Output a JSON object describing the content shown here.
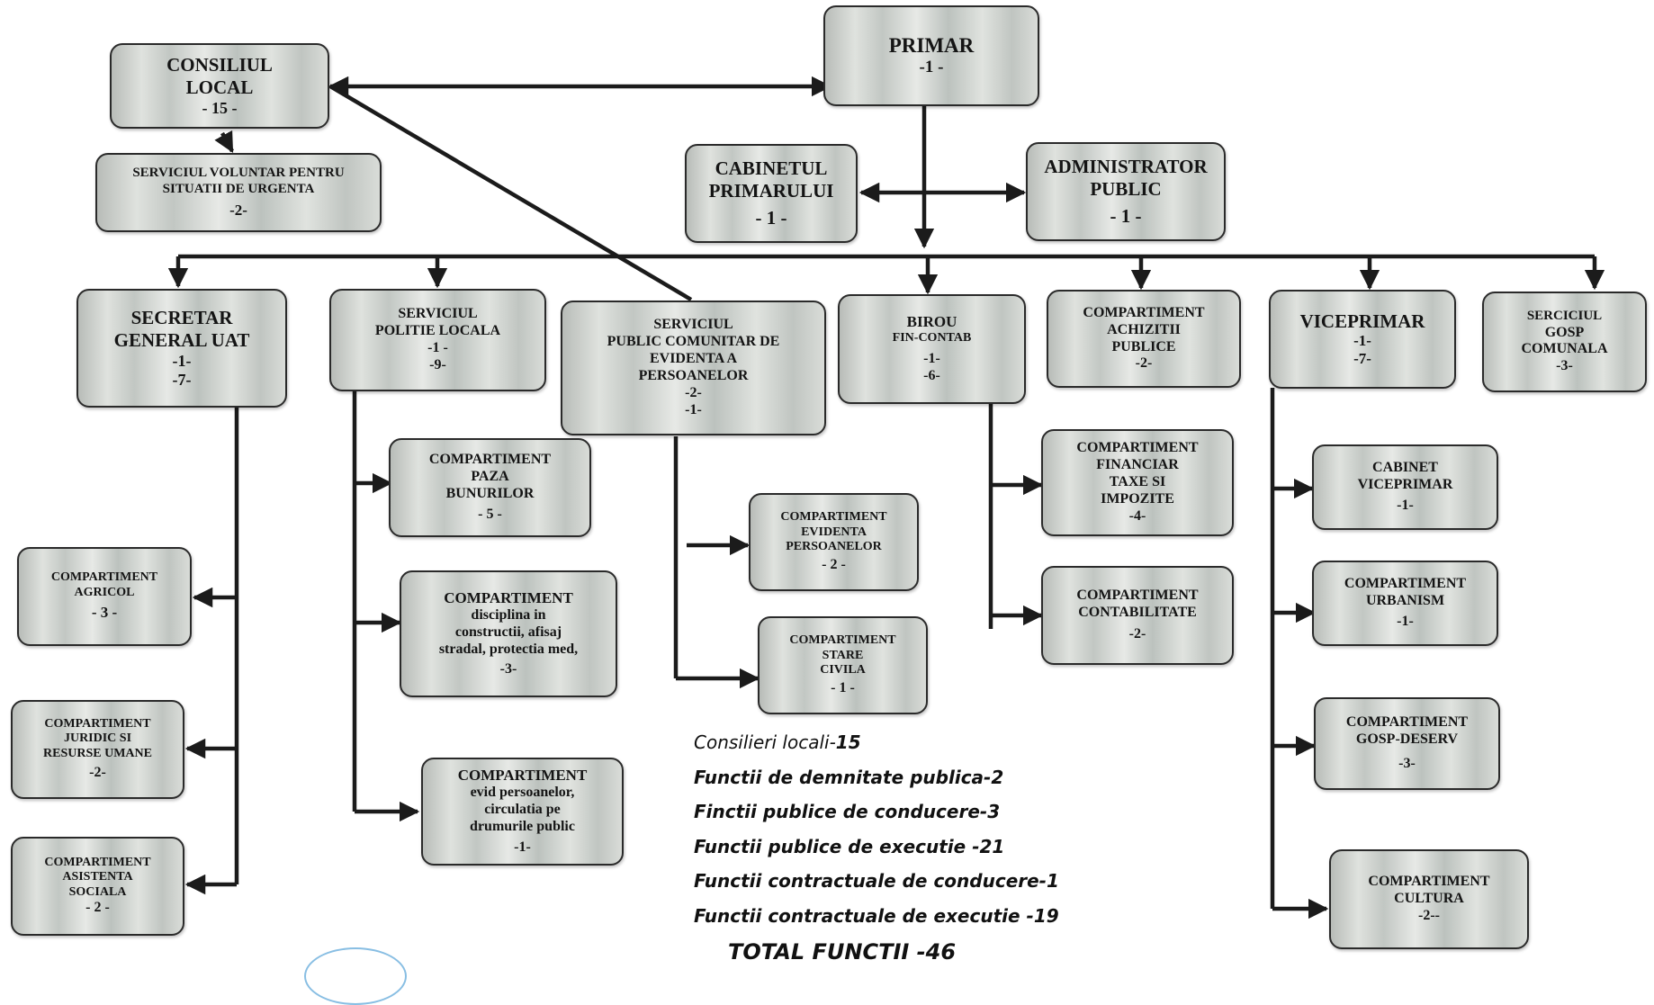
{
  "boxes": {
    "primar": {
      "lines": [
        "PRIMAR",
        "-1 -"
      ]
    },
    "consiliul_local": {
      "lines": [
        "CONSILIUL",
        "LOCAL",
        "- 15 -"
      ]
    },
    "serviciul_voluntar": {
      "lines": [
        "SERVICIUL VOLUNTAR PENTRU",
        "SITUATII DE URGENTA",
        "-2-"
      ]
    },
    "cabinetul_primarului": {
      "lines": [
        "CABINETUL",
        "PRIMARULUI",
        "- 1 -"
      ]
    },
    "administrator_public": {
      "lines": [
        "ADMINISTRATOR",
        "PUBLIC",
        "- 1 -"
      ]
    },
    "secretar_general": {
      "lines": [
        "SECRETAR",
        "GENERAL  UAT",
        "-1-",
        "-7-"
      ]
    },
    "serviciul_politie": {
      "lines": [
        "SERVICIUL",
        "POLITIE LOCALA",
        "-1 -",
        "-9-"
      ]
    },
    "serviciul_evidenta": {
      "lines": [
        "SERVICIUL",
        "PUBLIC COMUNITAR DE",
        "EVIDENTA A",
        "PERSOANELOR",
        "-2-",
        "-1-"
      ]
    },
    "birou_fin_contab": {
      "lines": [
        "BIROU",
        "FIN-CONTAB",
        "-1-",
        "-6-"
      ]
    },
    "comp_achizitii": {
      "lines": [
        "COMPARTIMENT",
        "ACHIZITII",
        "PUBLICE",
        "-2-"
      ]
    },
    "viceprimar": {
      "lines": [
        "VICEPRIMAR",
        "-1-",
        "-7-"
      ]
    },
    "serciciul_gosp": {
      "lines": [
        "SERCICIUL",
        "GOSP",
        "COMUNALA",
        "-3-"
      ]
    },
    "comp_agricol": {
      "lines": [
        "COMPARTIMENT",
        "AGRICOL",
        "- 3 -"
      ]
    },
    "comp_juridic": {
      "lines": [
        "COMPARTIMENT",
        "JURIDIC  SI",
        "RESURSE UMANE",
        "-2-"
      ]
    },
    "comp_asistenta": {
      "lines": [
        "COMPARTIMENT",
        "ASISTENTA",
        "SOCIALA",
        "- 2 -"
      ]
    },
    "comp_paza": {
      "lines": [
        "COMPARTIMENT",
        "PAZA",
        "BUNURILOR",
        "- 5 -"
      ]
    },
    "comp_disciplina": {
      "lines": [
        "COMPARTIMENT",
        "disciplina in",
        "constructii,  afisaj",
        "stradal, protectia med,",
        "-3-"
      ]
    },
    "comp_evid_drumuri": {
      "lines": [
        "COMPARTIMENT",
        "evid persoanelor,",
        "circulatia pe",
        "drumurile public",
        "-1-"
      ]
    },
    "comp_evidenta_pers": {
      "lines": [
        "COMPARTIMENT",
        "EVIDENTA",
        "PERSOANELOR",
        "- 2 -"
      ]
    },
    "comp_stare_civila": {
      "lines": [
        "COMPARTIMENT",
        "STARE",
        "CIVILA",
        "- 1 -"
      ]
    },
    "comp_financiar": {
      "lines": [
        "COMPARTIMENT",
        "FINANCIAR",
        "TAXE SI",
        "IMPOZITE",
        "-4-"
      ]
    },
    "comp_contabilitate": {
      "lines": [
        "COMPARTIMENT",
        "CONTABILITATE",
        "-2-"
      ]
    },
    "cabinet_viceprimar": {
      "lines": [
        "CABINET",
        "VICEPRIMAR",
        "-1-"
      ]
    },
    "comp_urbanism": {
      "lines": [
        "COMPARTIMENT",
        "URBANISM",
        "-1-"
      ]
    },
    "comp_gosp_deserv": {
      "lines": [
        "COMPARTIMENT",
        "GOSP-DESERV",
        "-3-"
      ]
    },
    "comp_cultura": {
      "lines": [
        "COMPARTIMENT",
        "CULTURA",
        "-2--"
      ]
    }
  },
  "summary": {
    "lines": [
      {
        "prefix": "Consilieri  locali-",
        "suffix": "15"
      },
      {
        "prefix": "",
        "suffix": "Functii de demnitate publica-2"
      },
      {
        "prefix": "",
        "suffix": "Finctii publice de conducere-3"
      },
      {
        "prefix": "",
        "suffix": "Functii  publice de executie -21"
      },
      {
        "prefix": "",
        "suffix": "Functii  contractuale de conducere-1"
      },
      {
        "prefix": "",
        "suffix": "Functii  contractuale de executie -19"
      }
    ],
    "total": "TOTAL  FUNCTII -46"
  },
  "colors": {
    "line": "#1b1b1b",
    "box_border": "#2a2a2a",
    "stamp": "#6aaedc"
  }
}
